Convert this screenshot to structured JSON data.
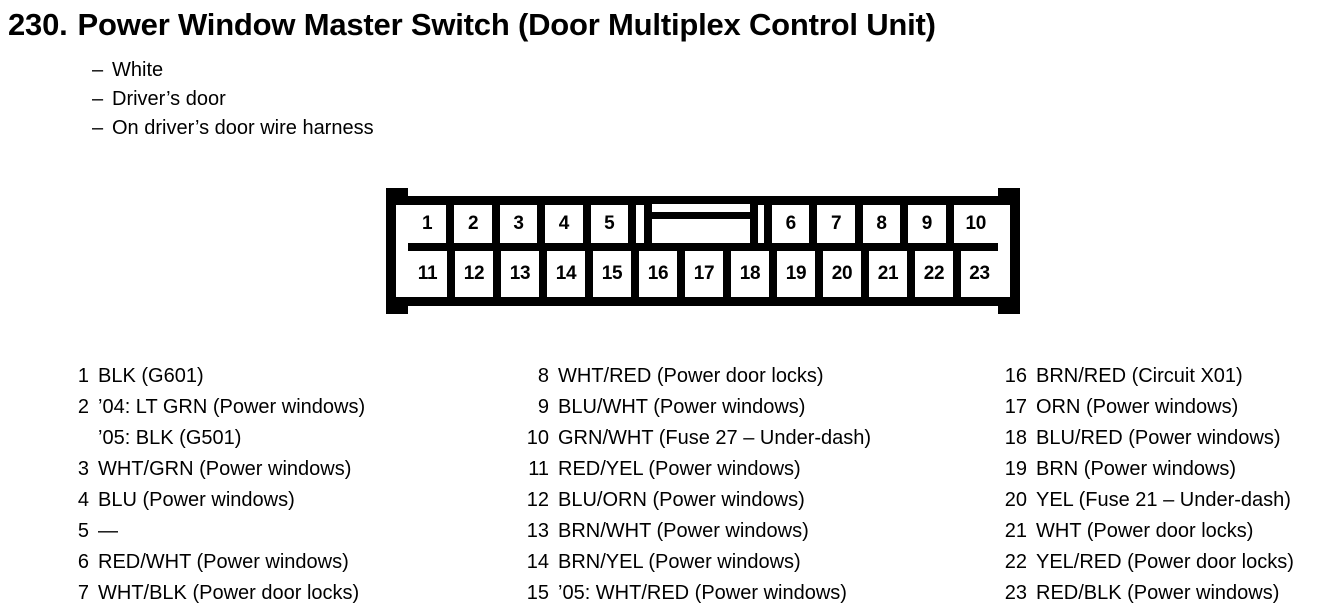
{
  "title": {
    "number": "230.",
    "text": "Power Window Master Switch (Door Multiplex Control Unit)"
  },
  "notes": [
    {
      "dash": "–",
      "text": "White"
    },
    {
      "dash": "–",
      "text": "Driver’s door"
    },
    {
      "dash": "–",
      "text": "On driver’s door wire harness"
    }
  ],
  "connector": {
    "top_row": [
      "1",
      "2",
      "3",
      "4",
      "5"
    ],
    "top_row_right": [
      "6",
      "7",
      "8",
      "9",
      "10"
    ],
    "bottom_row": [
      "11",
      "12",
      "13",
      "14",
      "15",
      "16",
      "17",
      "18",
      "19",
      "20",
      "21",
      "22",
      "23"
    ],
    "keyway_label": ""
  },
  "legend": {
    "col1": [
      {
        "num": "1",
        "text": "BLK (G601)"
      },
      {
        "num": "2",
        "text": "’04: LT GRN (Power windows)",
        "sub": "’05: BLK (G501)"
      },
      {
        "num": "3",
        "text": "WHT/GRN (Power windows)"
      },
      {
        "num": "4",
        "text": "BLU (Power windows)"
      },
      {
        "num": "5",
        "text": "—"
      },
      {
        "num": "6",
        "text": "RED/WHT (Power windows)"
      },
      {
        "num": "7",
        "text": "WHT/BLK (Power door locks)"
      }
    ],
    "col2": [
      {
        "num": "8",
        "text": "WHT/RED (Power door locks)"
      },
      {
        "num": "9",
        "text": "BLU/WHT (Power windows)"
      },
      {
        "num": "10",
        "text": "GRN/WHT (Fuse 27 – Under-dash)"
      },
      {
        "num": "11",
        "text": "RED/YEL (Power windows)"
      },
      {
        "num": "12",
        "text": "BLU/ORN (Power windows)"
      },
      {
        "num": "13",
        "text": "BRN/WHT (Power windows)"
      },
      {
        "num": "14",
        "text": "BRN/YEL (Power windows)"
      },
      {
        "num": "15",
        "text": "’05: WHT/RED (Power windows)"
      }
    ],
    "col3": [
      {
        "num": "16",
        "text": "BRN/RED (Circuit X01)"
      },
      {
        "num": "17",
        "text": "ORN (Power windows)"
      },
      {
        "num": "18",
        "text": "BLU/RED (Power windows)"
      },
      {
        "num": "19",
        "text": "BRN (Power windows)"
      },
      {
        "num": "20",
        "text": "YEL (Fuse 21 – Under-dash)"
      },
      {
        "num": "21",
        "text": "WHT (Power door locks)"
      },
      {
        "num": "22",
        "text": "YEL/RED (Power door locks)"
      },
      {
        "num": "23",
        "text": "RED/BLK (Power windows)"
      }
    ]
  },
  "colors": {
    "ink": "#000000",
    "paper": "#ffffff"
  }
}
